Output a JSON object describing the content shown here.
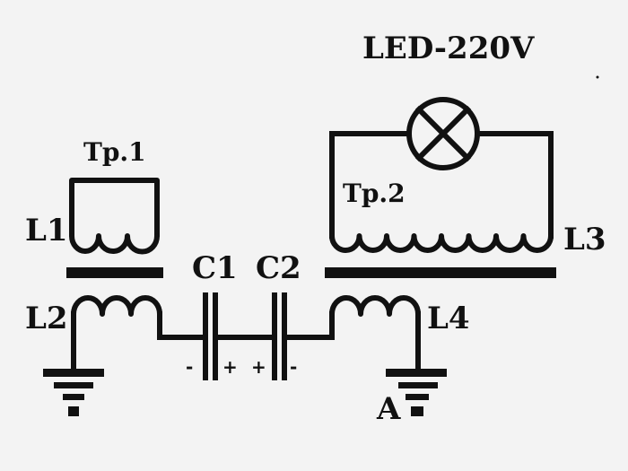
{
  "labels": {
    "lamp": "LED-220V",
    "tp1": "Tp.1",
    "tp2": "Tp.2",
    "l1": "L1",
    "l2": "L2",
    "l3": "L3",
    "l4": "L4",
    "c1": "C1",
    "c2": "C2",
    "c1_minus": "-",
    "c1_plus": "+",
    "c2_plus": "+",
    "c2_minus": "-",
    "ground_a": "A"
  }
}
